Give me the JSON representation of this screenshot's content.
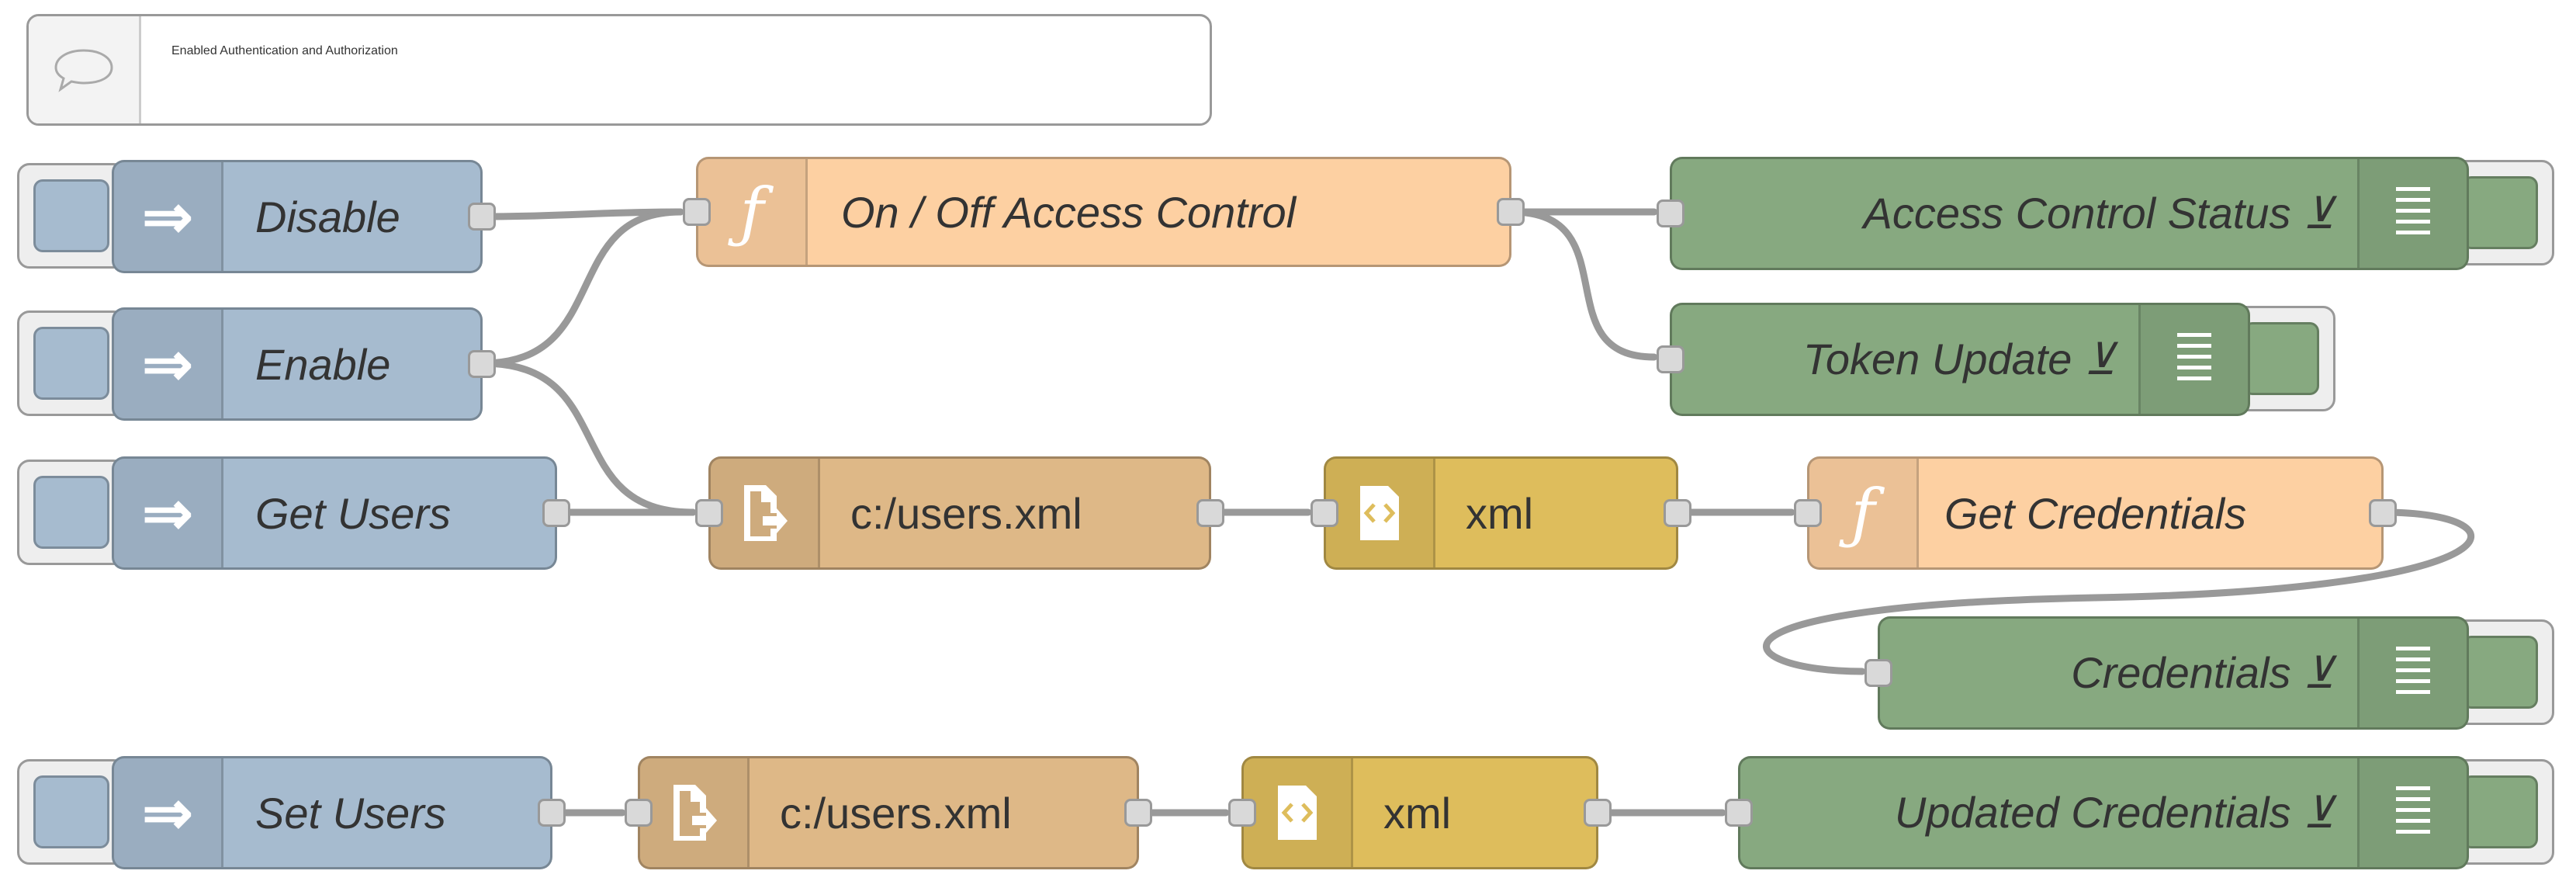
{
  "comment": {
    "label": "Enabled Authentication and Authorization",
    "icon": "comment-icon"
  },
  "nodes": {
    "disable": {
      "label": "Disable",
      "type": "inject",
      "icon": "arrow-in-icon"
    },
    "enable": {
      "label": "Enable",
      "type": "inject",
      "icon": "arrow-in-icon"
    },
    "get_users": {
      "label": "Get Users",
      "type": "inject",
      "icon": "arrow-in-icon"
    },
    "set_users": {
      "label": "Set Users",
      "type": "inject",
      "icon": "arrow-in-icon"
    },
    "on_off": {
      "label": "On / Off Access Control",
      "type": "function",
      "icon": "function-icon"
    },
    "file_read": {
      "label": "c:/users.xml",
      "type": "file",
      "icon": "file-icon"
    },
    "xml1": {
      "label": "xml",
      "type": "xml",
      "icon": "xml-icon"
    },
    "get_credentials": {
      "label": "Get Credentials",
      "type": "function",
      "icon": "function-icon"
    },
    "file_write": {
      "label": "c:/users.xml",
      "type": "file",
      "icon": "file-icon"
    },
    "xml2": {
      "label": "xml",
      "type": "xml",
      "icon": "xml-icon"
    },
    "access_status": {
      "label": "Access Control Status ⊻",
      "type": "debug",
      "icon": "debug-list-icon"
    },
    "token_update": {
      "label": "Token Update ⊻",
      "type": "debug",
      "icon": "debug-list-icon"
    },
    "credentials": {
      "label": "Credentials ⊻",
      "type": "debug",
      "icon": "debug-list-icon"
    },
    "updated_credentials": {
      "label": "Updated Credentials ⊻",
      "type": "debug",
      "icon": "debug-list-icon"
    }
  },
  "colors": {
    "inject": "#a6bbcf",
    "function": "#fdd0a2",
    "file": "#deb887",
    "xml": "#debd5c",
    "debug": "#87a980",
    "wire": "#999999"
  },
  "wires": [
    [
      "disable",
      "on_off"
    ],
    [
      "enable",
      "on_off"
    ],
    [
      "enable",
      "file_read"
    ],
    [
      "get_users",
      "file_read"
    ],
    [
      "on_off",
      "access_status"
    ],
    [
      "on_off",
      "token_update"
    ],
    [
      "file_read",
      "xml1"
    ],
    [
      "xml1",
      "get_credentials"
    ],
    [
      "get_credentials",
      "credentials"
    ],
    [
      "set_users",
      "file_write"
    ],
    [
      "file_write",
      "xml2"
    ],
    [
      "xml2",
      "updated_credentials"
    ]
  ]
}
